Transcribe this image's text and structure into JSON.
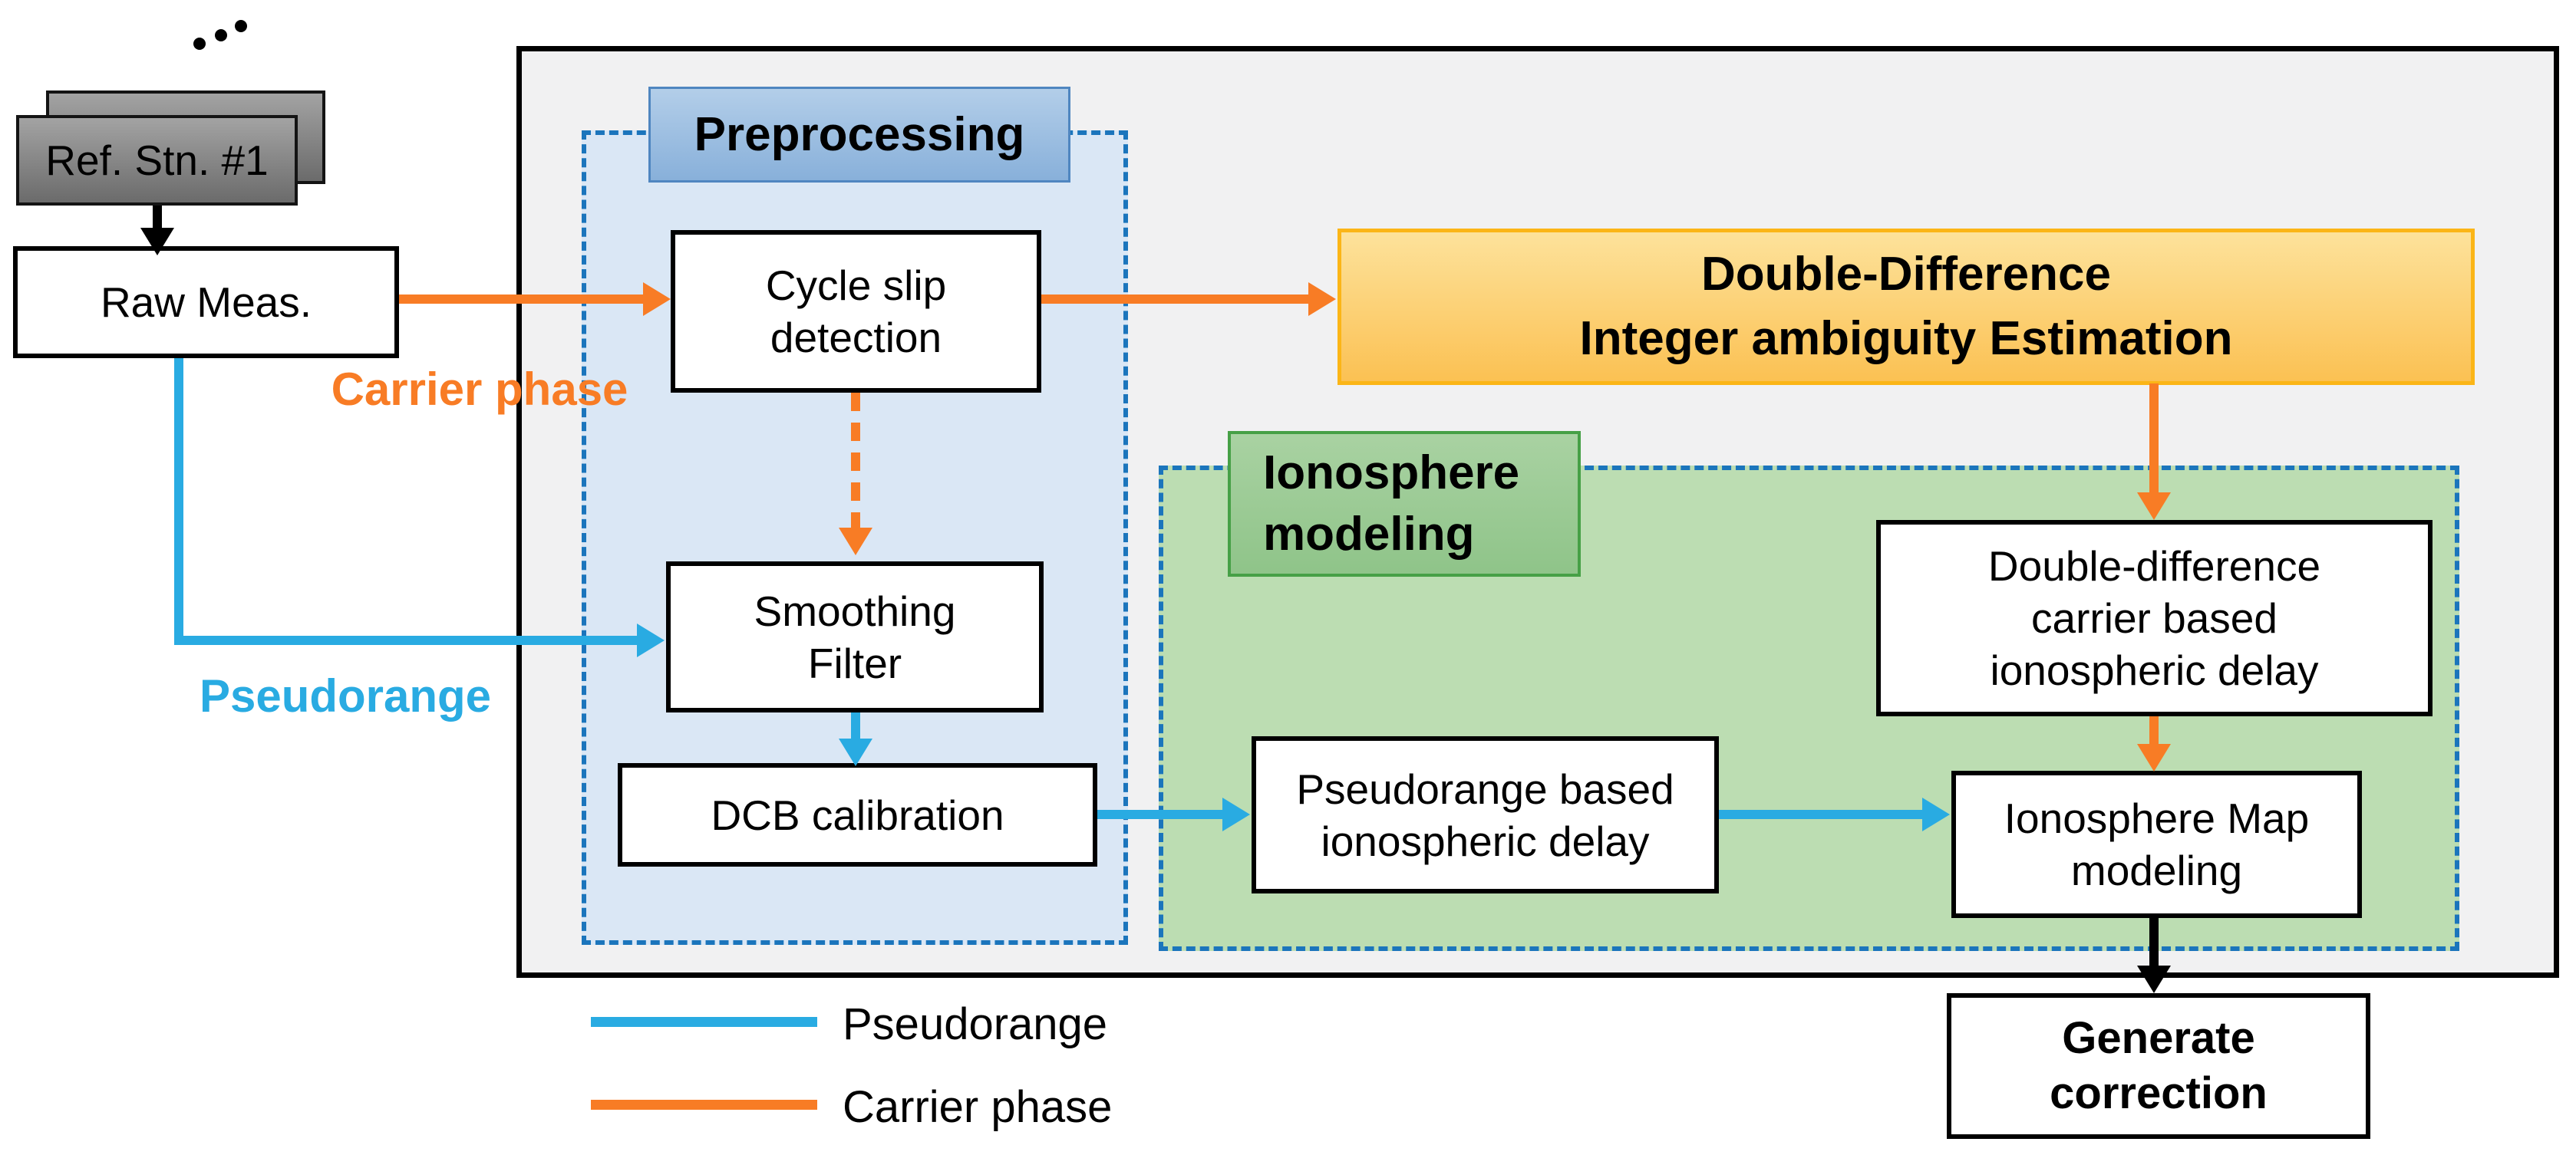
{
  "colors": {
    "carrier_phase": "#F87C25",
    "pseudorange": "#29ABE2",
    "arrow_black": "#000000",
    "dashed_border": "#1B75BC",
    "outer_fill": "#F1F1F2",
    "outer_border": "#000000",
    "preprocess_fill": "#DAE7F5",
    "preprocess_label_top": "#B3CEE9",
    "preprocess_label_bottom": "#88B0DA",
    "preprocess_label_border": "#4F86C0",
    "green_fill": "#BCDDB2",
    "green_label_top": "#A9D2A2",
    "green_label_bottom": "#8FC489",
    "green_label_border": "#46A046",
    "yellow_top": "#FDE29B",
    "yellow_bottom": "#FBC153",
    "yellow_border": "#FBB517",
    "station_top": "#A3A3A3",
    "station_bottom": "#6B6B6B"
  },
  "stations": {
    "label": "Ref. Stn. #1"
  },
  "raw_meas": {
    "label": "Raw Meas."
  },
  "edge_labels": {
    "carrier_phase": "Carrier phase",
    "pseudorange": "Pseudorange"
  },
  "preprocessing": {
    "title": "Preprocessing",
    "cycle_slip": [
      "Cycle slip",
      "detection"
    ],
    "smoothing": [
      "Smoothing",
      "Filter"
    ],
    "dcb": "DCB calibration"
  },
  "dd_estimation": [
    "Double-Difference",
    "Integer ambiguity Estimation"
  ],
  "ionosphere": {
    "title": [
      "Ionosphere",
      "modeling"
    ],
    "dd_carrier": [
      "Double-difference",
      "carrier based",
      "ionospheric delay"
    ],
    "pseudorange_delay": [
      "Pseudorange based",
      "ionospheric delay"
    ],
    "iono_map": [
      "Ionosphere Map",
      "modeling"
    ]
  },
  "generate_correction": [
    "Generate",
    "correction"
  ],
  "legend": [
    {
      "color_key": "pseudorange",
      "label": "Pseudorange"
    },
    {
      "color_key": "carrier_phase",
      "label": "Carrier phase"
    }
  ]
}
